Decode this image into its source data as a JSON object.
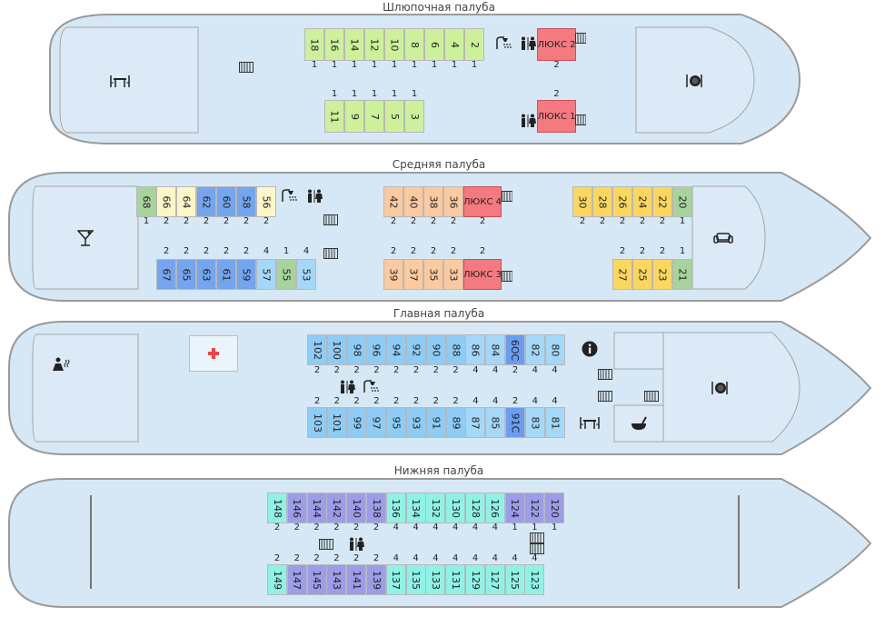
{
  "colors": {
    "hull_fill": "#d6e8f5",
    "hull_stroke": "#9a9a9a",
    "green": "#cdf09a",
    "pink_lux": "#f57a80",
    "peach": "#fbcaa0",
    "yellow": "#fbd760",
    "olive": "#a7d39c",
    "cream": "#fdf6c8",
    "blue": "#74a5ee",
    "light_blue": "#a5d8f8",
    "mid_blue": "#6a9df0",
    "sky": "#8fccf5",
    "purple": "#9c9ce8",
    "aqua": "#8ff2e6",
    "medical_red": "#e84545"
  },
  "decks": [
    {
      "title": "Шлюпочная палуба",
      "cabins": [
        {
          "label": "18",
          "color": "green",
          "berths": "1"
        },
        {
          "label": "16",
          "color": "green",
          "berths": "1"
        },
        {
          "label": "14",
          "color": "green",
          "berths": "1"
        },
        {
          "label": "12",
          "color": "green",
          "berths": "1"
        },
        {
          "label": "10",
          "color": "green",
          "berths": "1"
        },
        {
          "label": "8",
          "color": "green",
          "berths": "1"
        },
        {
          "label": "6",
          "color": "green",
          "berths": "1"
        },
        {
          "label": "4",
          "color": "green",
          "berths": "1"
        },
        {
          "label": "2",
          "color": "green",
          "berths": "1"
        },
        {
          "label": "11",
          "color": "green",
          "berths": "1"
        },
        {
          "label": "9",
          "color": "green",
          "berths": "1"
        },
        {
          "label": "7",
          "color": "green",
          "berths": "1"
        },
        {
          "label": "5",
          "color": "green",
          "berths": "1"
        },
        {
          "label": "3",
          "color": "green",
          "berths": "1"
        }
      ],
      "lux": [
        {
          "label": "ЛЮКС 2",
          "berths": "2"
        },
        {
          "label": "ЛЮКС 1",
          "berths": "2"
        }
      ],
      "icons": [
        "bar-table-icon",
        "radiator-icon",
        "shower-icon",
        "restroom-icon",
        "radiator-icon",
        "restroom-icon",
        "radiator-icon",
        "restaurant-icon"
      ]
    },
    {
      "title": "Средняя палуба",
      "cabins": [
        {
          "label": "68",
          "color": "olive",
          "berths": "1"
        },
        {
          "label": "66",
          "color": "cream",
          "berths": "2"
        },
        {
          "label": "64",
          "color": "cream",
          "berths": "2"
        },
        {
          "label": "62",
          "color": "blue",
          "berths": "2"
        },
        {
          "label": "60",
          "color": "blue",
          "berths": "2"
        },
        {
          "label": "58",
          "color": "blue",
          "berths": "2"
        },
        {
          "label": "56",
          "color": "cream",
          "berths": "2"
        },
        {
          "label": "67",
          "color": "blue",
          "berths": "2"
        },
        {
          "label": "65",
          "color": "blue",
          "berths": "2"
        },
        {
          "label": "63",
          "color": "blue",
          "berths": "2"
        },
        {
          "label": "61",
          "color": "blue",
          "berths": "2"
        },
        {
          "label": "59",
          "color": "blue",
          "berths": "2"
        },
        {
          "label": "57",
          "color": "light_blue",
          "berths": "4"
        },
        {
          "label": "55",
          "color": "olive",
          "berths": "1"
        },
        {
          "label": "53",
          "color": "light_blue",
          "berths": "4"
        },
        {
          "label": "42",
          "color": "peach",
          "berths": "2"
        },
        {
          "label": "40",
          "color": "peach",
          "berths": "2"
        },
        {
          "label": "38",
          "color": "peach",
          "berths": "2"
        },
        {
          "label": "36",
          "color": "peach",
          "berths": "2"
        },
        {
          "label": "39",
          "color": "peach",
          "berths": "2"
        },
        {
          "label": "37",
          "color": "peach",
          "berths": "2"
        },
        {
          "label": "35",
          "color": "peach",
          "berths": "2"
        },
        {
          "label": "33",
          "color": "peach",
          "berths": "2"
        },
        {
          "label": "30",
          "color": "yellow",
          "berths": "2"
        },
        {
          "label": "28",
          "color": "yellow",
          "berths": "2"
        },
        {
          "label": "26",
          "color": "yellow",
          "berths": "2"
        },
        {
          "label": "24",
          "color": "yellow",
          "berths": "2"
        },
        {
          "label": "22",
          "color": "yellow",
          "berths": "2"
        },
        {
          "label": "20",
          "color": "olive",
          "berths": "1"
        },
        {
          "label": "27",
          "color": "yellow",
          "berths": "2"
        },
        {
          "label": "25",
          "color": "yellow",
          "berths": "2"
        },
        {
          "label": "23",
          "color": "yellow",
          "berths": "2"
        },
        {
          "label": "21",
          "color": "olive",
          "berths": "1"
        }
      ],
      "lux": [
        {
          "label": "ЛЮКС 4",
          "berths": "2"
        },
        {
          "label": "ЛЮКС 3",
          "berths": "2"
        }
      ],
      "icons": [
        "cocktail-icon",
        "shower-icon",
        "restroom-icon",
        "radiator-icon",
        "radiator-icon",
        "radiator-icon",
        "radiator-icon",
        "sofa-icon"
      ]
    },
    {
      "title": "Главная палуба",
      "cabins": [
        {
          "label": "102",
          "color": "sky",
          "berths": "2"
        },
        {
          "label": "100",
          "color": "sky",
          "berths": "2"
        },
        {
          "label": "98",
          "color": "sky",
          "berths": "2"
        },
        {
          "label": "96",
          "color": "sky",
          "berths": "2"
        },
        {
          "label": "94",
          "color": "sky",
          "berths": "2"
        },
        {
          "label": "92",
          "color": "sky",
          "berths": "2"
        },
        {
          "label": "90",
          "color": "sky",
          "berths": "2"
        },
        {
          "label": "88",
          "color": "sky",
          "berths": "2"
        },
        {
          "label": "86",
          "color": "light_blue",
          "berths": "4"
        },
        {
          "label": "84",
          "color": "light_blue",
          "berths": "4"
        },
        {
          "label": "6ОС",
          "color": "mid_blue",
          "berths": "2"
        },
        {
          "label": "82",
          "color": "light_blue",
          "berths": "4"
        },
        {
          "label": "80",
          "color": "light_blue",
          "berths": "4"
        },
        {
          "label": "103",
          "color": "sky",
          "berths": "2"
        },
        {
          "label": "101",
          "color": "sky",
          "berths": "2"
        },
        {
          "label": "99",
          "color": "sky",
          "berths": "2"
        },
        {
          "label": "97",
          "color": "sky",
          "berths": "2"
        },
        {
          "label": "95",
          "color": "sky",
          "berths": "2"
        },
        {
          "label": "93",
          "color": "sky",
          "berths": "2"
        },
        {
          "label": "91",
          "color": "sky",
          "berths": "2"
        },
        {
          "label": "89",
          "color": "sky",
          "berths": "2"
        },
        {
          "label": "87",
          "color": "light_blue",
          "berths": "4"
        },
        {
          "label": "85",
          "color": "light_blue",
          "berths": "4"
        },
        {
          "label": "91С",
          "color": "mid_blue",
          "berths": "2"
        },
        {
          "label": "83",
          "color": "light_blue",
          "berths": "4"
        },
        {
          "label": "81",
          "color": "light_blue",
          "berths": "4"
        }
      ],
      "icons": [
        "sauna-icon",
        "medical-cross-icon",
        "info-icon",
        "radiator-icon",
        "radiator-icon",
        "radiator-icon",
        "restroom-icon",
        "shower-icon",
        "bar-table-icon",
        "soup-icon",
        "restaurant-icon"
      ]
    },
    {
      "title": "Нижняя палуба",
      "cabins": [
        {
          "label": "148",
          "color": "aqua",
          "berths": "2"
        },
        {
          "label": "146",
          "color": "purple",
          "berths": "2"
        },
        {
          "label": "144",
          "color": "purple",
          "berths": "2"
        },
        {
          "label": "142",
          "color": "purple",
          "berths": "2"
        },
        {
          "label": "140",
          "color": "purple",
          "berths": "2"
        },
        {
          "label": "138",
          "color": "purple",
          "berths": "2"
        },
        {
          "label": "136",
          "color": "aqua",
          "berths": "4"
        },
        {
          "label": "134",
          "color": "aqua",
          "berths": "4"
        },
        {
          "label": "132",
          "color": "aqua",
          "berths": "4"
        },
        {
          "label": "130",
          "color": "aqua",
          "berths": "4"
        },
        {
          "label": "128",
          "color": "aqua",
          "berths": "4"
        },
        {
          "label": "126",
          "color": "aqua",
          "berths": "4"
        },
        {
          "label": "124",
          "color": "purple",
          "berths": "1"
        },
        {
          "label": "122",
          "color": "purple",
          "berths": "1"
        },
        {
          "label": "120",
          "color": "purple",
          "berths": "1"
        },
        {
          "label": "149",
          "color": "aqua",
          "berths": "2"
        },
        {
          "label": "147",
          "color": "purple",
          "berths": "2"
        },
        {
          "label": "145",
          "color": "purple",
          "berths": "2"
        },
        {
          "label": "143",
          "color": "purple",
          "berths": "2"
        },
        {
          "label": "141",
          "color": "purple",
          "berths": "2"
        },
        {
          "label": "139",
          "color": "purple",
          "berths": "2"
        },
        {
          "label": "137",
          "color": "aqua",
          "berths": "4"
        },
        {
          "label": "135",
          "color": "aqua",
          "berths": "4"
        },
        {
          "label": "133",
          "color": "aqua",
          "berths": "4"
        },
        {
          "label": "131",
          "color": "aqua",
          "berths": "4"
        },
        {
          "label": "129",
          "color": "aqua",
          "berths": "4"
        },
        {
          "label": "127",
          "color": "aqua",
          "berths": "4"
        },
        {
          "label": "125",
          "color": "aqua",
          "berths": "4"
        },
        {
          "label": "123",
          "color": "aqua",
          "berths": "4"
        }
      ],
      "icons": [
        "radiator-icon",
        "restroom-icon",
        "radiator-icon",
        "radiator-icon"
      ]
    }
  ]
}
